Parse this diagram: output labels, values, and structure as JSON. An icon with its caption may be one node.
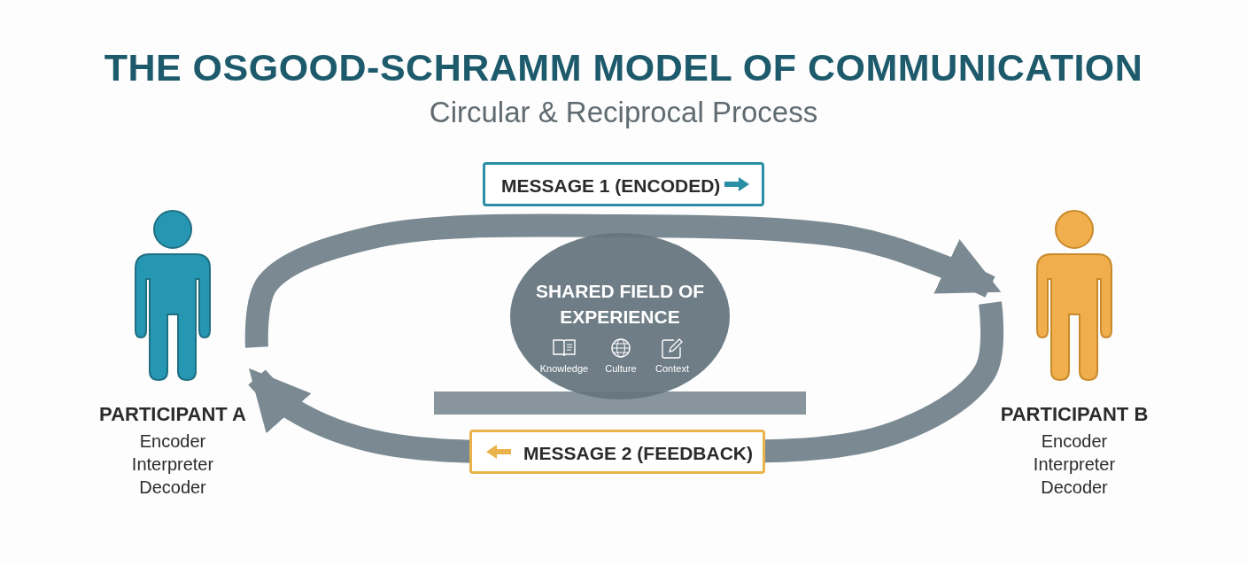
{
  "diagram": {
    "title": "THE OSGOOD-SCHRAMM MODEL OF COMMUNICATION",
    "caption": "Circular & Reciprocal Process",
    "nodes": [
      {
        "text": [
          "PARTICIPANT A",
          "Encoder Interpreter Decoder"
        ]
      },
      {
        "text": [
          "PARTICIPANT B",
          "Encoder Interpreter Decoder"
        ]
      },
      {
        "text": [
          "SHARED FIELD OF EXPERIENCE",
          "Knowledge",
          "Culture",
          "Context"
        ]
      }
    ],
    "edges": [
      {
        "from": 0,
        "to": 1,
        "arrow": "to",
        "label": "MESSAGE 1 (ENCODED)"
      },
      {
        "from": 1,
        "to": 0,
        "arrow": "to",
        "label": "MESSAGE 2 (FEEDBACK)"
      }
    ]
  }
}
